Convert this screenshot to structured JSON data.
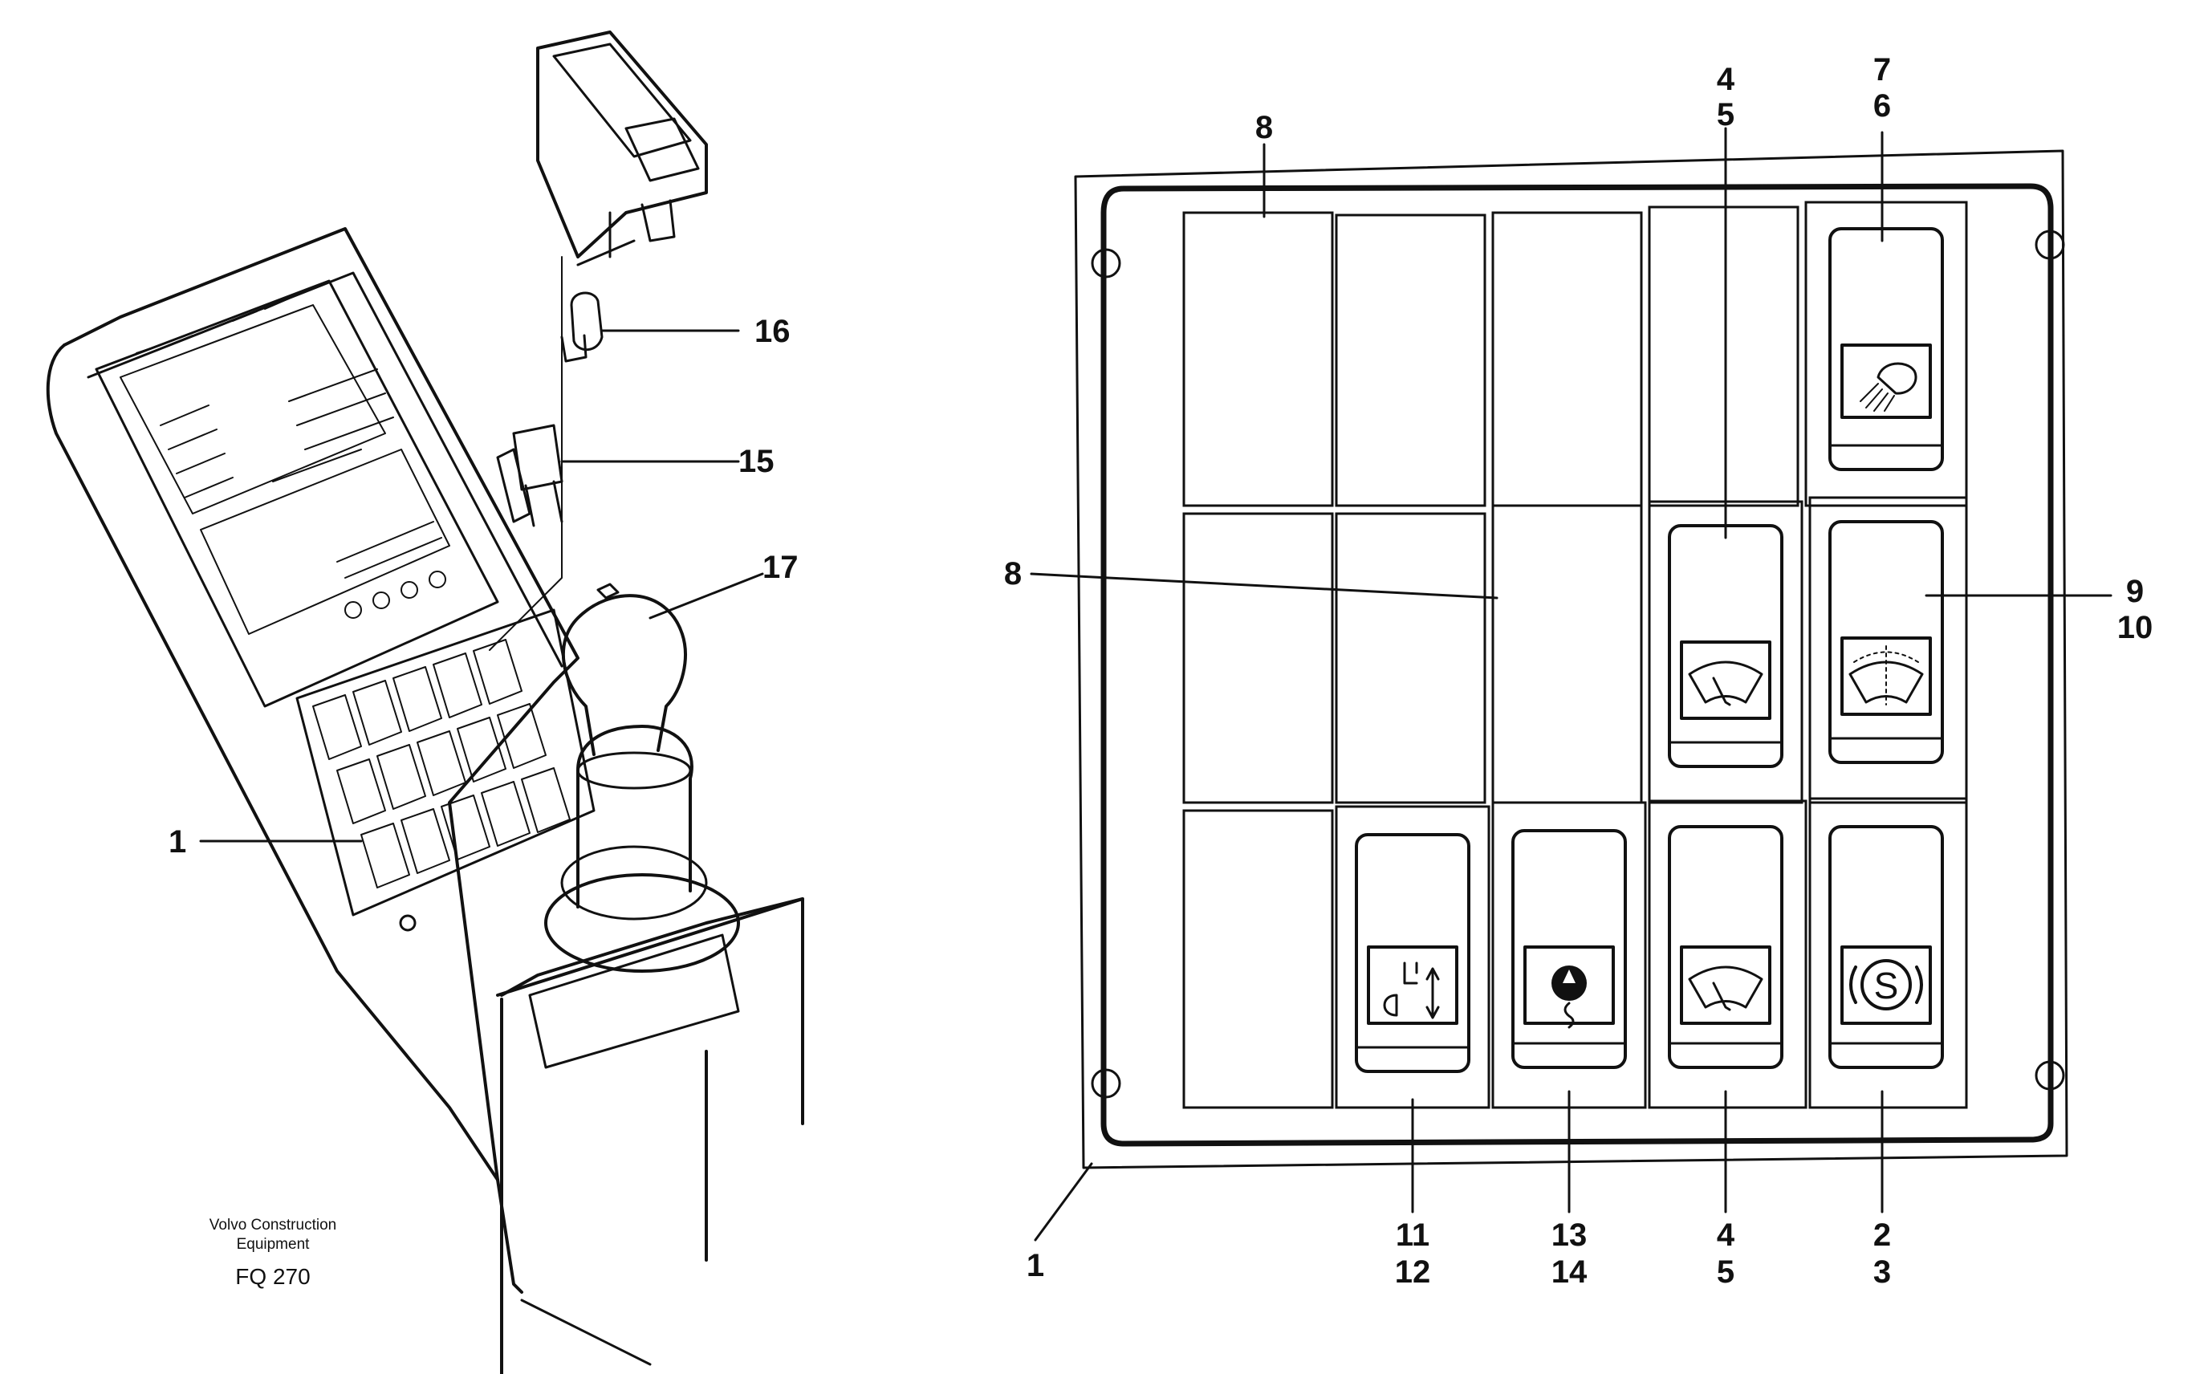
{
  "caption": {
    "line1": "Volvo Construction",
    "line2": "Equipment",
    "code": "FQ 270"
  },
  "left_callouts": {
    "c1": "1",
    "c15": "15",
    "c16": "16",
    "c17": "17"
  },
  "right_callouts": {
    "c1": "1",
    "c8_top": "8",
    "c8_mid": "8",
    "c4_top": "4",
    "c5_top": "5",
    "c7": "7",
    "c6": "6",
    "c9": "9",
    "c10": "10",
    "c11": "11",
    "c12": "12",
    "c13": "13",
    "c14": "14",
    "c4_bot": "4",
    "c5_bot": "5",
    "c2": "2",
    "c3": "3"
  },
  "switch_icons": {
    "light": "work-light-icon",
    "wiper_single": "wiper-icon",
    "wiper_double": "wiper-washer-icon",
    "lift": "lift-arrows-icon",
    "rotate": "rotation-icon",
    "seatbelt": "s-circle-icon"
  }
}
